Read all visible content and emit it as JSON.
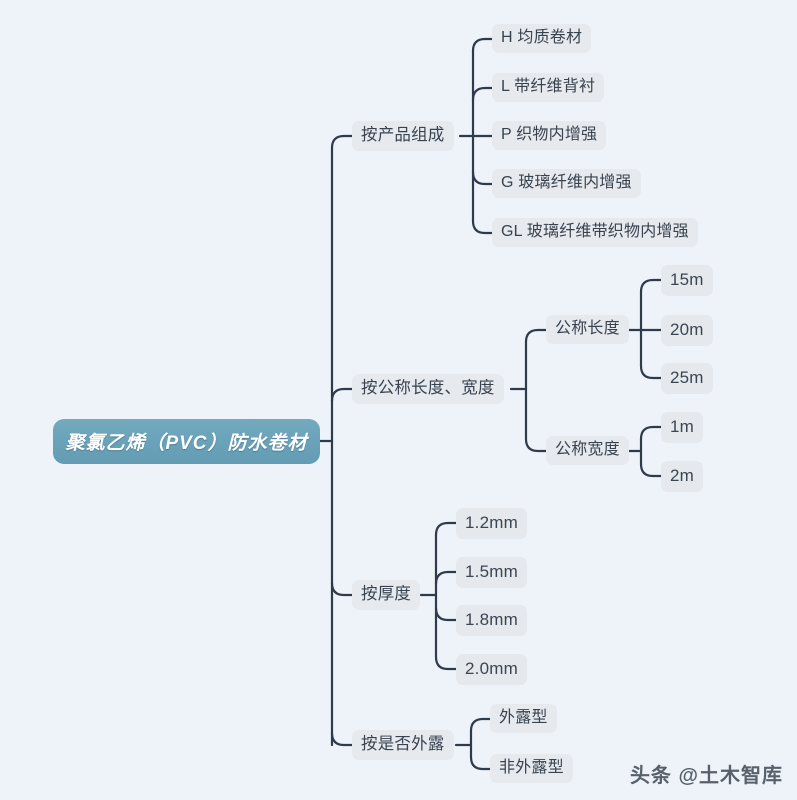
{
  "diagram": {
    "title": "聚氯乙烯（PVC）防水卷材",
    "type": "mindmap",
    "background_color": "#eef3fa",
    "root_color": "#6ba3ba",
    "line_color": "#2f3b4a",
    "chip_color": "#e6e9ed",
    "text_color": "#39434f"
  },
  "root": {
    "label": "聚氯乙烯（PVC）防水卷材"
  },
  "branches": [
    {
      "label": "按产品组成",
      "children": [
        {
          "label": "H 均质卷材"
        },
        {
          "label": "L 带纤维背衬"
        },
        {
          "label": "P 织物内增强"
        },
        {
          "label": "G 玻璃纤维内增强"
        },
        {
          "label": "GL 玻璃纤维带织物内增强"
        }
      ]
    },
    {
      "label": "按公称长度、宽度",
      "children": [
        {
          "label": "公称长度",
          "children": [
            {
              "label": "15m"
            },
            {
              "label": "20m"
            },
            {
              "label": "25m"
            }
          ]
        },
        {
          "label": "公称宽度",
          "children": [
            {
              "label": "1m"
            },
            {
              "label": "2m"
            }
          ]
        }
      ]
    },
    {
      "label": "按厚度",
      "children": [
        {
          "label": "1.2mm"
        },
        {
          "label": "1.5mm"
        },
        {
          "label": "1.8mm"
        },
        {
          "label": "2.0mm"
        }
      ]
    },
    {
      "label": "按是否外露",
      "children": [
        {
          "label": "外露型"
        },
        {
          "label": "非外露型"
        }
      ]
    }
  ],
  "watermark": {
    "text": "头条 @土木智库"
  }
}
